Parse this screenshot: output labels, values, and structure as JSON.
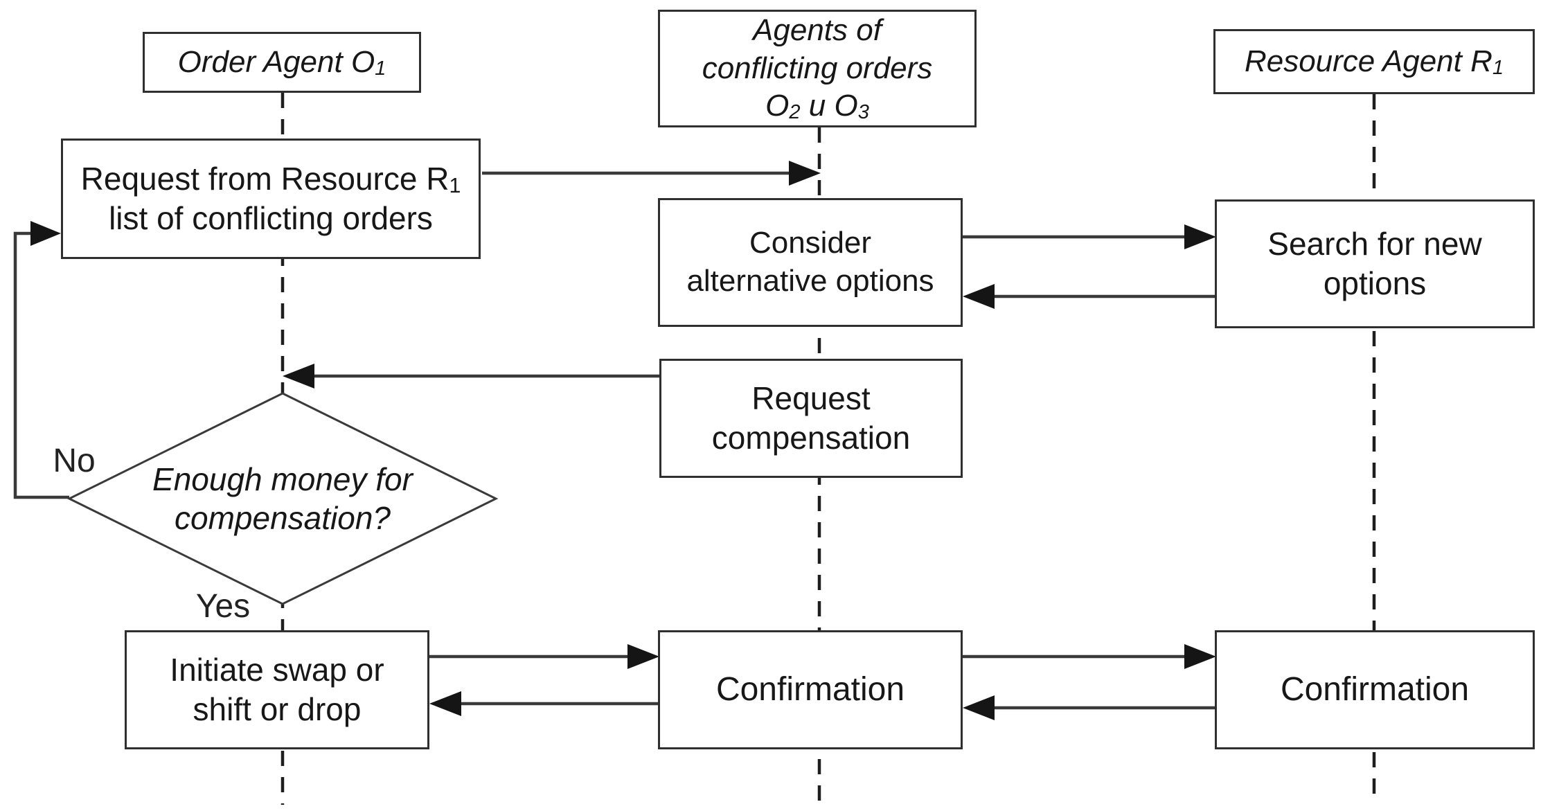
{
  "lanes": {
    "order": {
      "p1": "Order Agent O",
      "sub": "1"
    },
    "conflicting": {
      "l1": "Agents of",
      "l2": "conflicting orders",
      "l3p1": "O",
      "l3s1": "2",
      "l3p2": " u O",
      "l3s2": "3"
    },
    "resource": {
      "p1": "Resource Agent R",
      "sub": "1"
    }
  },
  "nodes": {
    "request_list": {
      "l1p1": "Request from Resource R",
      "l1sub": "1",
      "l2": "list of conflicting orders"
    },
    "consider": {
      "l1": "Consider",
      "l2": "alternative options"
    },
    "search": {
      "l1": "Search for new",
      "l2": "options"
    },
    "request_comp": {
      "l1": "Request",
      "l2": "compensation"
    },
    "decision": {
      "l1": "Enough money for",
      "l2": "compensation?"
    },
    "initiate": {
      "l1": "Initiate swap or",
      "l2": "shift or drop"
    },
    "confirm_center": {
      "label": "Confirmation"
    },
    "confirm_right": {
      "label": "Confirmation"
    }
  },
  "labels": {
    "no": "No",
    "yes": "Yes"
  },
  "colors": {
    "background": "#ffffff",
    "box_border": "#2f2f2f",
    "line": "#3a3a3a",
    "arrowhead": "#151515",
    "text": "#171717"
  }
}
